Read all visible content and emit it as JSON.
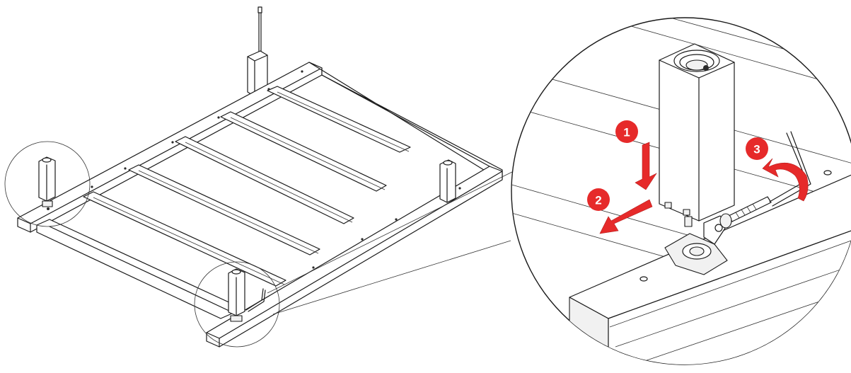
{
  "colors": {
    "accent": "#e62a2a",
    "line": "#1a1a1a",
    "background": "#ffffff"
  },
  "steps": [
    {
      "number": "1",
      "action": "push-down-arrow"
    },
    {
      "number": "2",
      "action": "slide-forward-arrow"
    },
    {
      "number": "3",
      "action": "rotate-arrow"
    }
  ]
}
